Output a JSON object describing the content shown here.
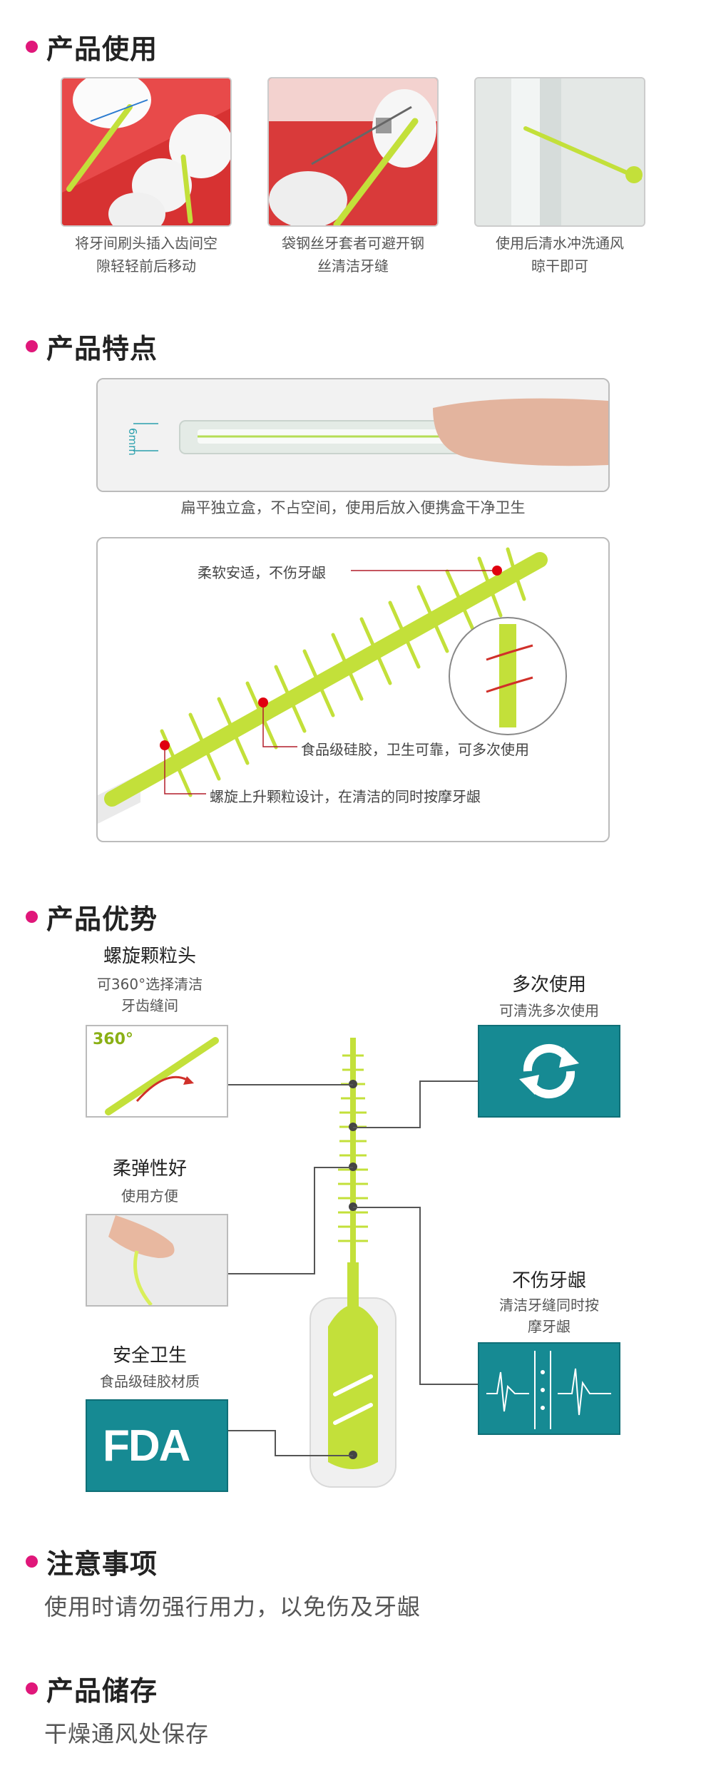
{
  "usage": {
    "title": "产品使用",
    "items": [
      {
        "caption": "将牙间刷头插入齿间空\n隙轻轻前后移动"
      },
      {
        "caption": "袋钢丝牙套者可避开钢\n丝清洁牙缝"
      },
      {
        "caption": "使用后清水冲洗通风\n晾干即可"
      }
    ]
  },
  "features": {
    "title": "产品特点",
    "box_size_label": "6mm",
    "box_caption": "扁平独立盒，不占空间，使用后放入便携盒干净卫生",
    "callouts": {
      "soft": "柔软安适，不伤牙龈",
      "silicone": "食品级硅胶，卫生可靠，可多次使用",
      "spiral": "螺旋上升颗粒设计，在清洁的同时按摩牙龈"
    }
  },
  "advantages": {
    "title": "产品优势",
    "spiral_head": {
      "title": "螺旋颗粒头",
      "desc": "可360°选择清洁\n牙齿缝间",
      "badge": "360°"
    },
    "reuse": {
      "title": "多次使用",
      "desc": "可清洗多次使用"
    },
    "elastic": {
      "title": "柔弹性好",
      "desc": "使用方便"
    },
    "gentle": {
      "title": "不伤牙龈",
      "desc": "清洁牙缝同时按\n摩牙龈"
    },
    "safe": {
      "title": "安全卫生",
      "desc": "食品级硅胶材质",
      "logo": "FDA"
    }
  },
  "notice": {
    "title": "注意事项",
    "text": "使用时请勿强行用力，以免伤及牙龈"
  },
  "storage": {
    "title": "产品储存",
    "text": "干燥通风处保存"
  },
  "colors": {
    "accent": "#e0177a",
    "brush_green": "#c3e03a",
    "teal": "#168a93"
  }
}
